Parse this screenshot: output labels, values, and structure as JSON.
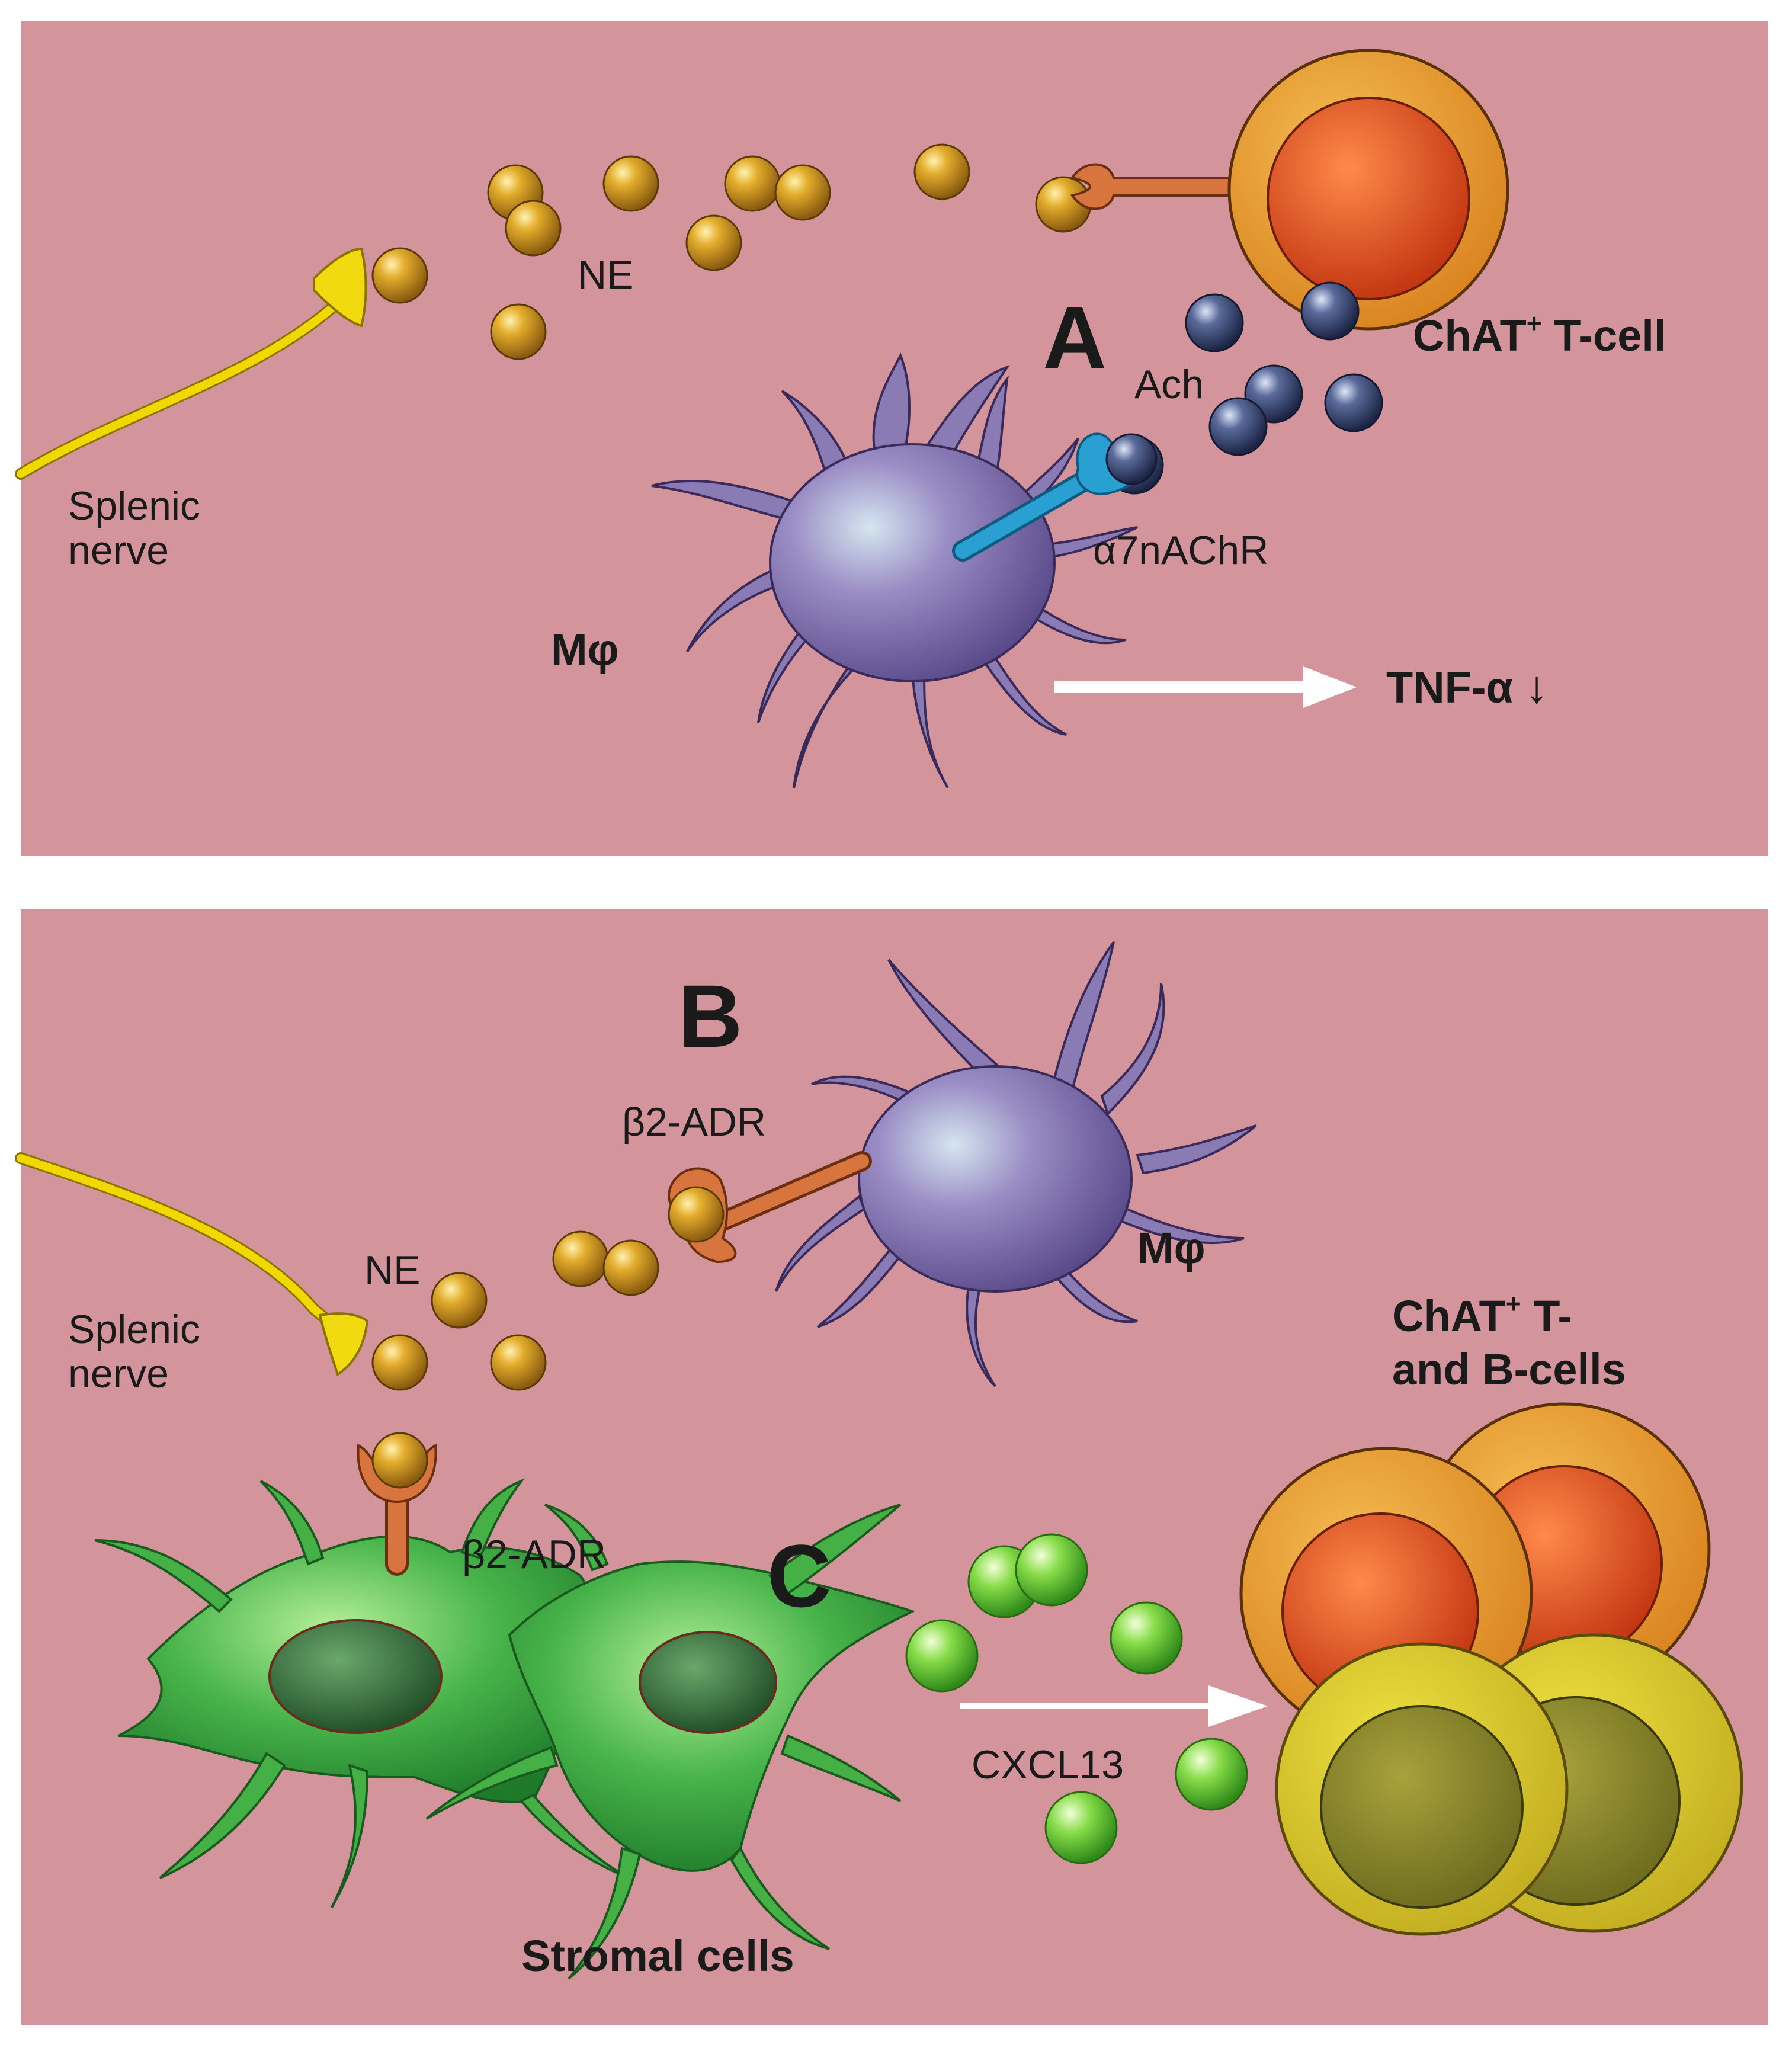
{
  "panel_a": {
    "letter": "A",
    "nerve_label": [
      "Splenic",
      "nerve"
    ],
    "ne_label": "NE",
    "ach_label": "Ach",
    "receptor_label": "α7nAChR",
    "tcell_label_main": "ChAT",
    "tcell_label_sup": "+",
    "tcell_label_end": "T-cell",
    "macrophage_label": "Mφ",
    "output_label": "TNF-α",
    "output_arrow": "↓"
  },
  "panel_b": {
    "letter": "B",
    "receptor_label": "β2-ADR",
    "ne_label": "NE",
    "nerve_label": [
      "Splenic",
      "nerve"
    ],
    "macrophage_label": "Mφ",
    "cells_label_main": "ChAT",
    "cells_label_sup": "+",
    "cells_label_end": "T-",
    "cells_label_line2": "and B-cells"
  },
  "panel_c": {
    "letter": "C",
    "receptor_label": "β2-ADR",
    "chemokine_label": "CXCL13",
    "stromal_label": "Stromal cells"
  },
  "colors": {
    "background": "#d3959b",
    "nerve": "#f0d800",
    "norepinephrine": "#d39a1c",
    "acetylcholine": "#3e4d78",
    "macrophage": "#8a7bb4",
    "receptor_alpha7": "#2aa0d2",
    "receptor_beta2": "#d8743e",
    "tcell_outer": "#e3992a",
    "tcell_inner": "#d84a1a",
    "bcell_outer": "#d8c82a",
    "bcell_inner": "#8c8a2a",
    "stromal": "#44b046",
    "cxcl13": "#74d640"
  }
}
